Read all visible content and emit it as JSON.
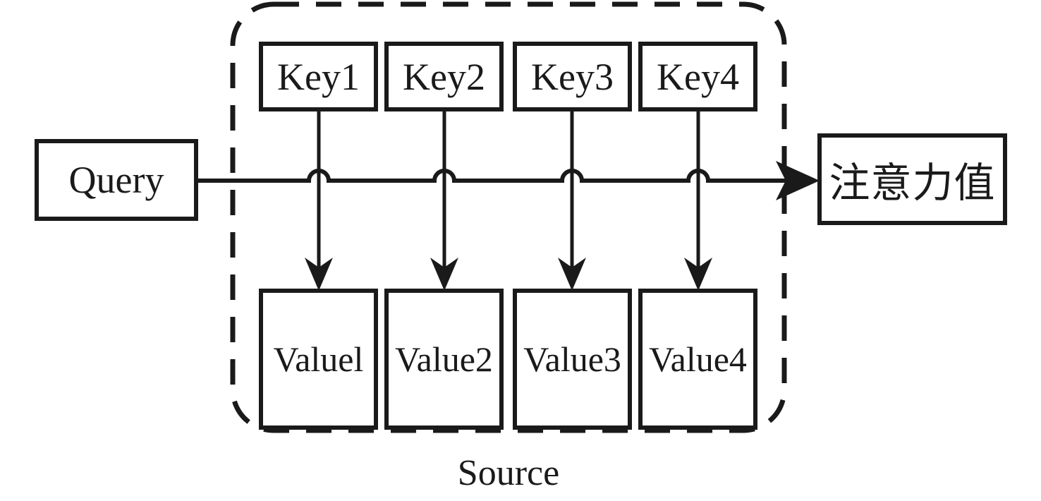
{
  "diagram": {
    "title": "Attention Mechanism (Query-Key-Value)",
    "colors": {
      "stroke": "#1a1a1a",
      "fill": "#ffffff",
      "background": "#ffffff"
    },
    "query": {
      "label": "Query"
    },
    "output": {
      "label": "注意力值"
    },
    "source": {
      "label": "Source"
    },
    "keys": [
      {
        "label": "Key1"
      },
      {
        "label": "Key2"
      },
      {
        "label": "Key3"
      },
      {
        "label": "Key4"
      }
    ],
    "values": [
      {
        "label": "Valuel"
      },
      {
        "label": "Value2"
      },
      {
        "label": "Value3"
      },
      {
        "label": "Value4"
      }
    ]
  }
}
